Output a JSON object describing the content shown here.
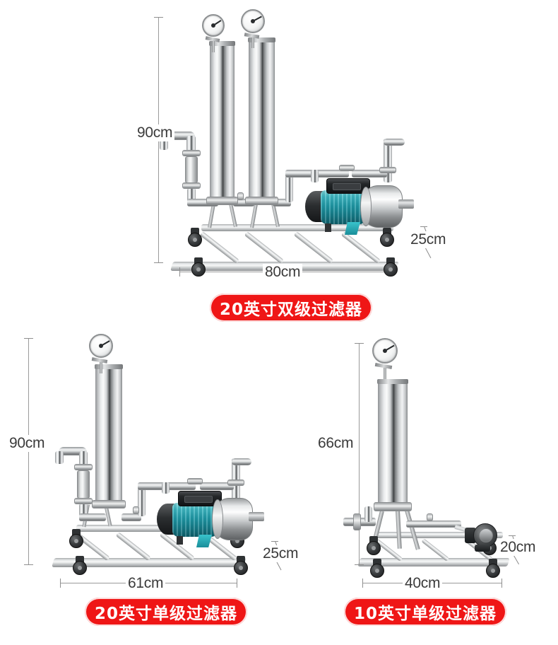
{
  "page": {
    "background": "#ffffff",
    "badge_color": "#ef1616",
    "badge_text_color": "#ffffff",
    "dimension_text_color": "#3b3b3b"
  },
  "products": [
    {
      "id": "filter-20in-dual",
      "badge_label": "20英寸双级过滤器",
      "dimensions": {
        "height": "90cm",
        "width": "80cm",
        "depth": "25cm"
      },
      "components": {
        "filter_housings": 2,
        "pressure_gauges": 2,
        "pump": "teal-electric-pump",
        "frame": "stainless-steel-cart",
        "casters": 4
      }
    },
    {
      "id": "filter-20in-single",
      "badge_label": "20英寸单级过滤器",
      "dimensions": {
        "height": "90cm",
        "width": "61cm",
        "depth": "25cm"
      },
      "components": {
        "filter_housings": 1,
        "pressure_gauges": 1,
        "pump": "teal-electric-pump",
        "frame": "stainless-steel-cart",
        "casters": 4
      }
    },
    {
      "id": "filter-10in-single",
      "badge_label": "10英寸单级过滤器",
      "dimensions": {
        "height": "66cm",
        "width": "40cm",
        "depth": "20cm"
      },
      "components": {
        "filter_housings": 1,
        "pressure_gauges": 1,
        "pump": "compact-dark-pump",
        "frame": "stainless-steel-cart",
        "casters": 4
      }
    }
  ]
}
